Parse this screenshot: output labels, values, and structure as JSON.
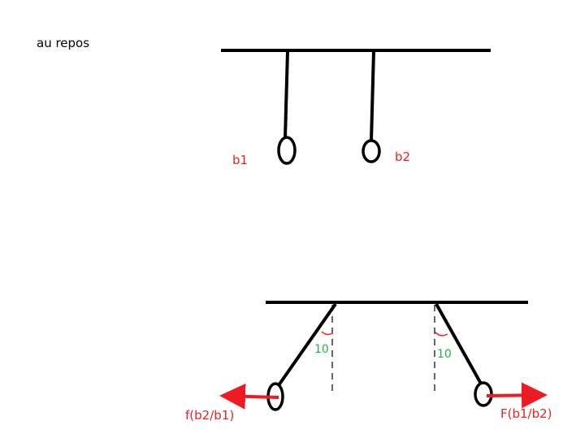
{
  "scene_top": {
    "caption": "au repos",
    "ball_1_label": "b1",
    "ball_2_label": "b2"
  },
  "scene_bottom": {
    "angle_left": "10",
    "angle_right": "10",
    "force_left_label": "f(b2/b1)",
    "force_right_label": "F(b1/b2)"
  },
  "colors": {
    "line": "#000000",
    "label_red": "#e8251f",
    "angle_green": "#22b14c",
    "arrow_red": "#ed1c24"
  }
}
